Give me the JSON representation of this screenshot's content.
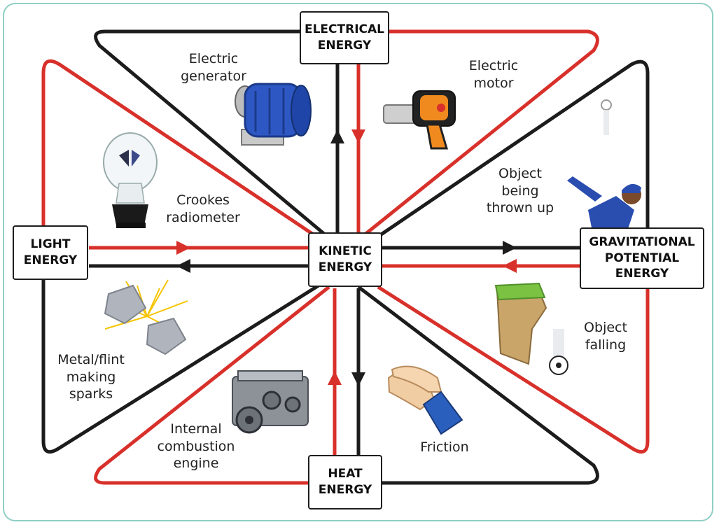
{
  "colors": {
    "red": "#d8302a",
    "black": "#1c1c1c",
    "frame": "#8fcfc4"
  },
  "nodes": {
    "electrical": "ELECTRICAL\nENERGY",
    "light": "LIGHT\nENERGY",
    "kinetic": "KINETIC\nENERGY",
    "gravitational": "GRAVITATIONAL\nPOTENTIAL\nENERGY",
    "heat": "HEAT\nENERGY"
  },
  "converters": {
    "electric_generator": "Electric\ngenerator",
    "electric_motor": "Electric\nmotor",
    "crookes_radiometer": "Crookes\nradiometer",
    "object_thrown_up": "Object\nbeing\nthrown up",
    "metal_flint_sparks": "Metal/flint\nmaking\nsparks",
    "object_falling": "Object\nfalling",
    "internal_combustion_engine": "Internal\ncombustion\nengine",
    "friction": "Friction"
  },
  "icons": {
    "electric_generator": "generator-icon",
    "electric_motor": "drill-icon",
    "crookes_radiometer": "radiometer-bulb-icon",
    "object_thrown_up": "baseball-pitcher-icon",
    "metal_flint_sparks": "flint-sparks-icon",
    "object_falling": "cliff-falling-ball-icon",
    "internal_combustion_engine": "engine-icon",
    "friction": "rubbing-hands-icon"
  }
}
